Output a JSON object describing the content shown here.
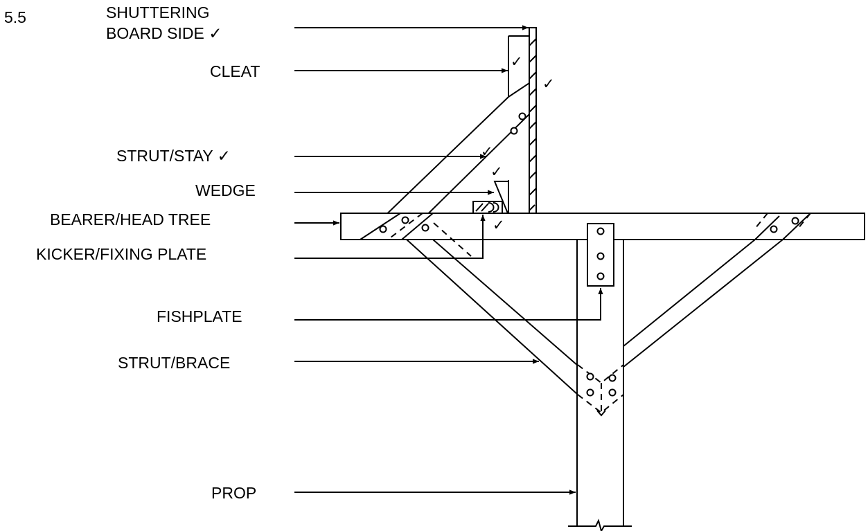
{
  "question_number": "5.5",
  "labels": {
    "shuttering_board_side_line1": "SHUTTERING",
    "shuttering_board_side_line2": "BOARD SIDE ✓",
    "cleat": "CLEAT",
    "strut_stay": "STRUT/STAY ✓",
    "wedge": "WEDGE",
    "bearer_head_tree": "BEARER/HEAD TREE",
    "kicker_fixing_plate": "KICKER/FIXING PLATE",
    "fishplate": "FISHPLATE",
    "strut_brace": "STRUT/BRACE",
    "prop": "PROP"
  },
  "check_mark": "✓"
}
